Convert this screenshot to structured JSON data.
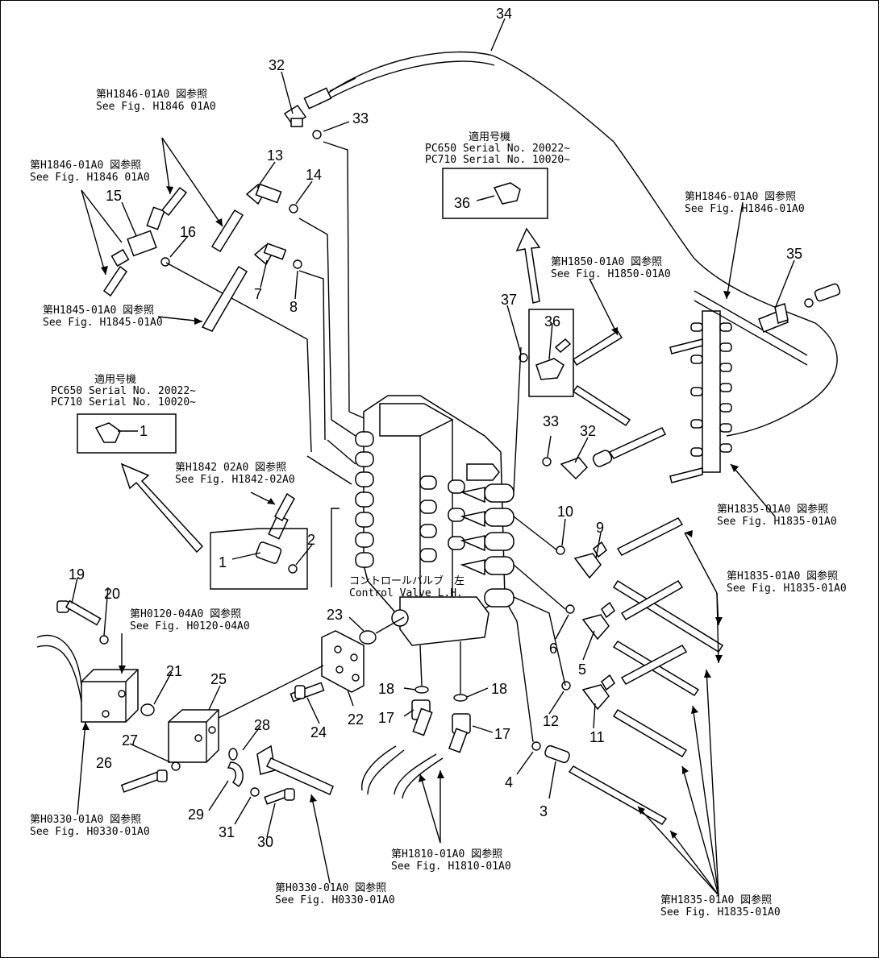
{
  "part_numbers": [
    "1",
    "2",
    "3",
    "4",
    "5",
    "6",
    "7",
    "8",
    "9",
    "10",
    "11",
    "12",
    "13",
    "14",
    "15",
    "16",
    "17",
    "18",
    "19",
    "20",
    "21",
    "22",
    "23",
    "24",
    "25",
    "26",
    "27",
    "28",
    "29",
    "30",
    "31",
    "32",
    "33",
    "34",
    "35",
    "36",
    "37"
  ],
  "refs": {
    "h1846_a": {
      "jp": "第H1846-01A0 図参照",
      "en": "See Fig. H1846 01A0"
    },
    "h1846_b": {
      "jp": "第H1846-01A0 図参照",
      "en": "See Fig. H1846 01A0"
    },
    "h1845": {
      "jp": "第H1845-01A0 図参照",
      "en": "See Fig. H1845-01A0"
    },
    "h1842": {
      "jp": "第H1842 02A0 図参照",
      "en": "See Fig. H1842-02A0"
    },
    "h1846_c": {
      "jp": "第H1846-01A0 図参照",
      "en": "See Fig. H1846-01A0"
    },
    "h1850": {
      "jp": "第H1850-01A0 図参照",
      "en": "See Fig. H1850-01A0"
    },
    "h1835_a": {
      "jp": "第H1835-01A0 図参照",
      "en": "See Fig. H1835-01A0"
    },
    "h1835_b": {
      "jp": "第H1835-01A0 図参照",
      "en": "See Fig. H1835-01A0"
    },
    "h0120": {
      "jp": "第H0120-04A0 図参照",
      "en": "See Fig. H0120-04A0"
    },
    "h0330_a": {
      "jp": "第H0330-01A0 図参照",
      "en": "See Fig. H0330-01A0"
    },
    "h0330_b": {
      "jp": "第H0330-01A0 図参照",
      "en": "See Fig. H0330-01A0"
    },
    "h1810": {
      "jp": "第H1810-01A0 図参照",
      "en": "See Fig. H1810-01A0"
    },
    "h1835_c": {
      "jp": "第H1835-01A0 図参照",
      "en": "See Fig. H1835-01A0"
    }
  },
  "serial_box_top": {
    "jp": "適用号機",
    "line1": "PC650  Serial  No.  20022~",
    "line2": "PC710  Serial  No.  10020~"
  },
  "serial_box_left": {
    "jp": "適用号機",
    "line1": "PC650  Serial  No.  20022~",
    "line2": "PC710  Serial  No.  10020~"
  },
  "control_valve": {
    "jp": "コントロールバルブ　左",
    "en": "Control Valve L.H."
  }
}
